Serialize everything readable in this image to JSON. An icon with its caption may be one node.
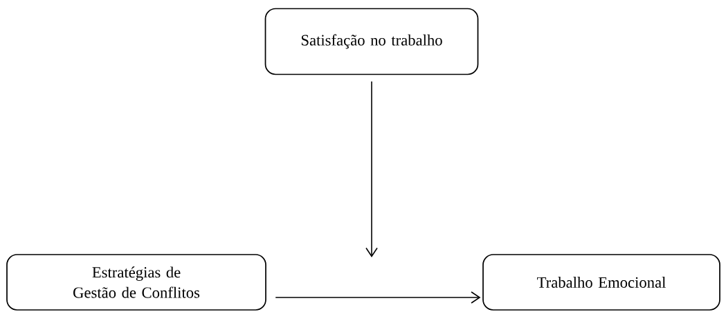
{
  "diagram": {
    "nodes": [
      {
        "text": [
          "Satisfação no trabalho"
        ]
      },
      {
        "text": [
          "Estratégias de Gestão de Conflitos"
        ]
      },
      {
        "text": [
          "Trabalho Emocional"
        ]
      }
    ],
    "edges": [
      {
        "from": 1,
        "to": 2,
        "arrow": "to"
      },
      {
        "from": 0,
        "to": null,
        "arrow": "to"
      }
    ]
  }
}
